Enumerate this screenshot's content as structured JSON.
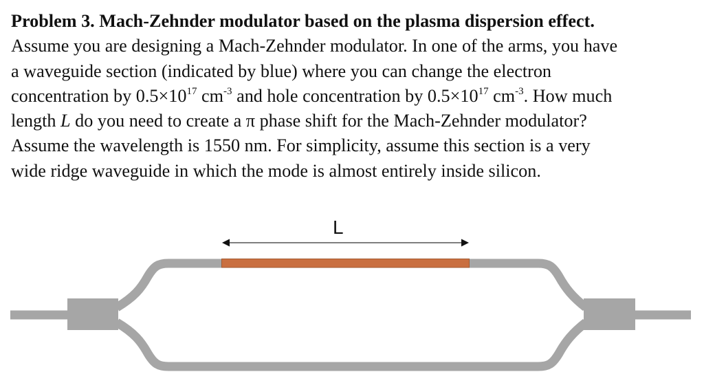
{
  "problem": {
    "title": "Problem 3. Mach-Zehnder modulator based on the plasma dispersion effect.",
    "lines": [
      {
        "segments": [
          "Assume you are designing a Mach-Zehnder modulator. In one of the arms, you have"
        ]
      },
      {
        "segments": [
          "a waveguide section (indicated by blue) where you can change the electron"
        ]
      },
      {
        "line3_a": "concentration by 0.5×10",
        "line3_sup1": "17",
        "line3_b": " cm",
        "line3_sup2": "-3",
        "line3_c": " and hole concentration by 0.5×10",
        "line3_sup3": "17",
        "line3_d": " cm",
        "line3_sup4": "-3",
        "line3_e": ". How much"
      },
      {
        "line4_a": "length ",
        "line4_var": "L",
        "line4_b": " do you need to create a π phase shift for the Mach-Zehnder modulator?"
      },
      {
        "segments": [
          "Assume the wavelength is 1550 nm. For simplicity, assume this section is a very"
        ]
      },
      {
        "segments": [
          "wide ridge waveguide in which the mode is almost entirely inside silicon."
        ]
      }
    ]
  },
  "diagram": {
    "length_label": "L",
    "colors": {
      "waveguide": "#a6a6a6",
      "active_section": "#c96f40",
      "active_section_border": "#a35a30",
      "arrow": "#111111"
    }
  }
}
